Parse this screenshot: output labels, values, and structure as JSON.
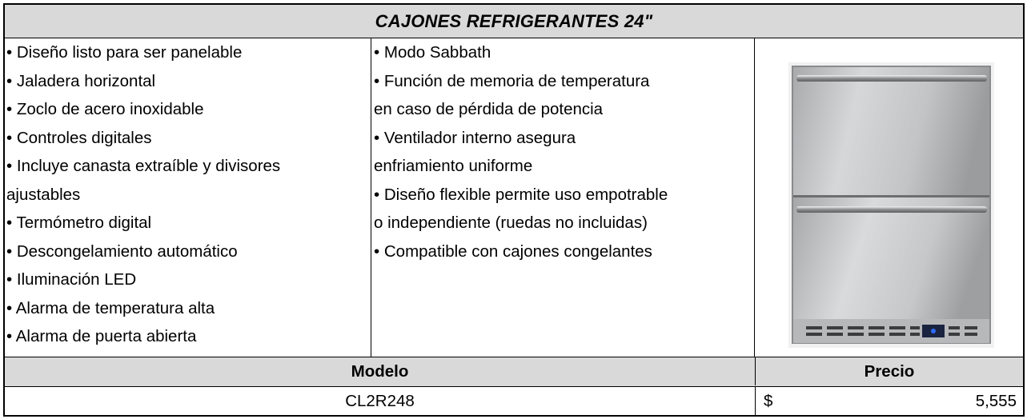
{
  "title": "CAJONES REFRIGERANTES 24\"",
  "features_left": [
    "• Diseño listo para ser panelable",
    "• Jaladera horizontal",
    "• Zoclo de acero inoxidable",
    "• Controles digitales",
    "• Incluye canasta extraíble y divisores",
    "ajustables",
    "• Termómetro digital",
    "• Descongelamiento automático",
    "• Iluminación LED",
    "• Alarma de temperatura alta",
    "• Alarma de puerta abierta"
  ],
  "features_right": [
    "• Modo Sabbath",
    "• Función de memoria de temperatura",
    "en caso de pérdida de potencia",
    "• Ventilador interno asegura",
    "enfriamiento uniforme",
    "• Diseño flexible permite uso empotrable",
    "o independiente (ruedas no incluidas)",
    "• Compatible con cajones congelantes"
  ],
  "table": {
    "headers": {
      "model": "Modelo",
      "price": "Precio"
    },
    "row": {
      "model": "CL2R248",
      "currency": "$",
      "price": "5,555"
    }
  },
  "image": {
    "icon": "refrigerator-drawers-icon",
    "led_color": "#2f6bff"
  }
}
